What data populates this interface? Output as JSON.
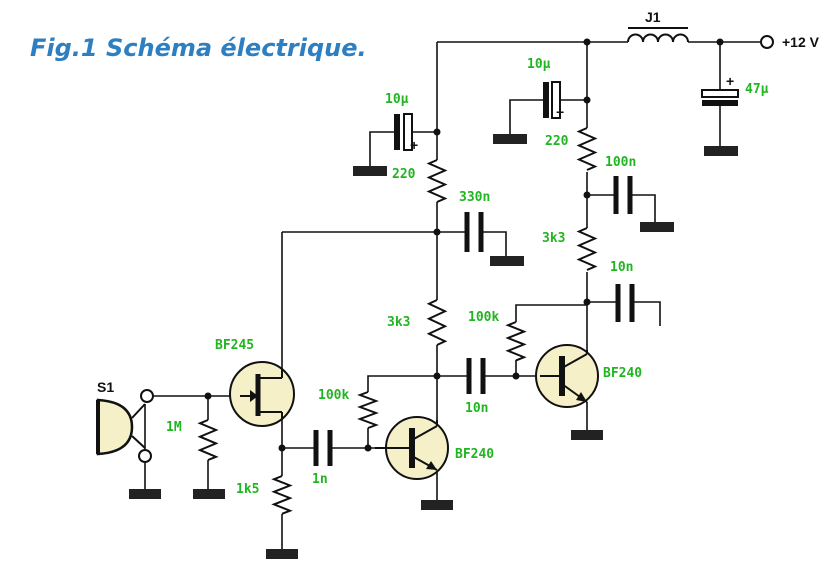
{
  "title": "Fig.1 Schéma électrique.",
  "colors": {
    "title": "#2d7fc1",
    "labels": "#22b522",
    "ink": "#111111",
    "transistor_fill": "#f5f0c8"
  },
  "labels": {
    "j1": "J1",
    "supply": "+12 V",
    "s1": "S1",
    "c_10u_left": "10µ",
    "c_10u_right": "10µ",
    "c_47u": "47µ",
    "r_220_left": "220",
    "r_220_right": "220",
    "c_330n": "330n",
    "c_100n": "100n",
    "r_3k3_right": "3k3",
    "c_10n_top": "10n",
    "r_3k3_mid": "3k3",
    "r_100k_right": "100k",
    "c_10n_mid": "10n",
    "r_100k_mid": "100k",
    "q1": "BF245",
    "q2": "BF240",
    "q3": "BF240",
    "r_1m": "1M",
    "r_1k5": "1k5",
    "c_1n": "1n",
    "plus": "+"
  }
}
